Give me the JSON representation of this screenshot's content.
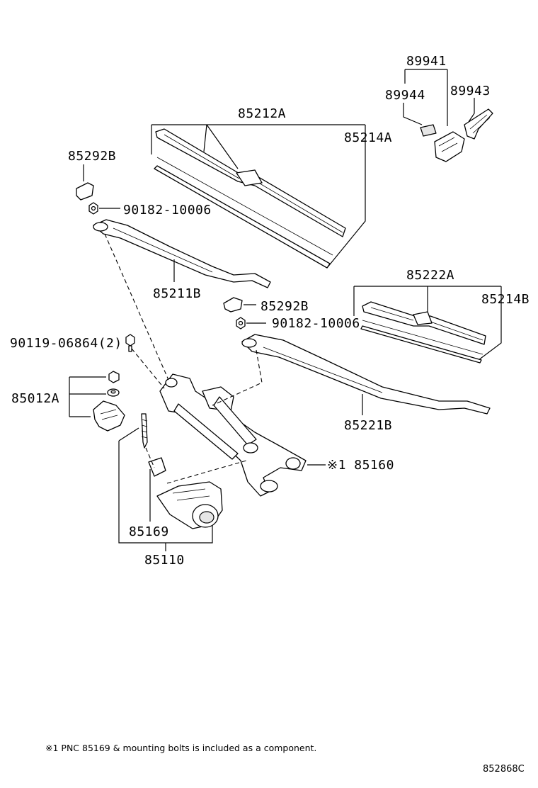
{
  "labels": {
    "p89941": "89941",
    "p89944": "89944",
    "p89943": "89943",
    "p85212A": "85212A",
    "p85214A": "85214A",
    "p85292B_top": "85292B",
    "p90182_top": "90182-10006",
    "p85211B": "85211B",
    "p85292B_mid": "85292B",
    "p90182_mid": "90182-10006",
    "p85222A": "85222A",
    "p85214B": "85214B",
    "p90119": "90119-06864(2)",
    "p85012A": "85012A",
    "p85221B": "85221B",
    "p85160": "※1 85160",
    "p85169": "85169",
    "p85110": "85110"
  },
  "footnote": "※1  PNC 85169 & mounting bolts is included as a component.",
  "diagram_code": "852868C"
}
